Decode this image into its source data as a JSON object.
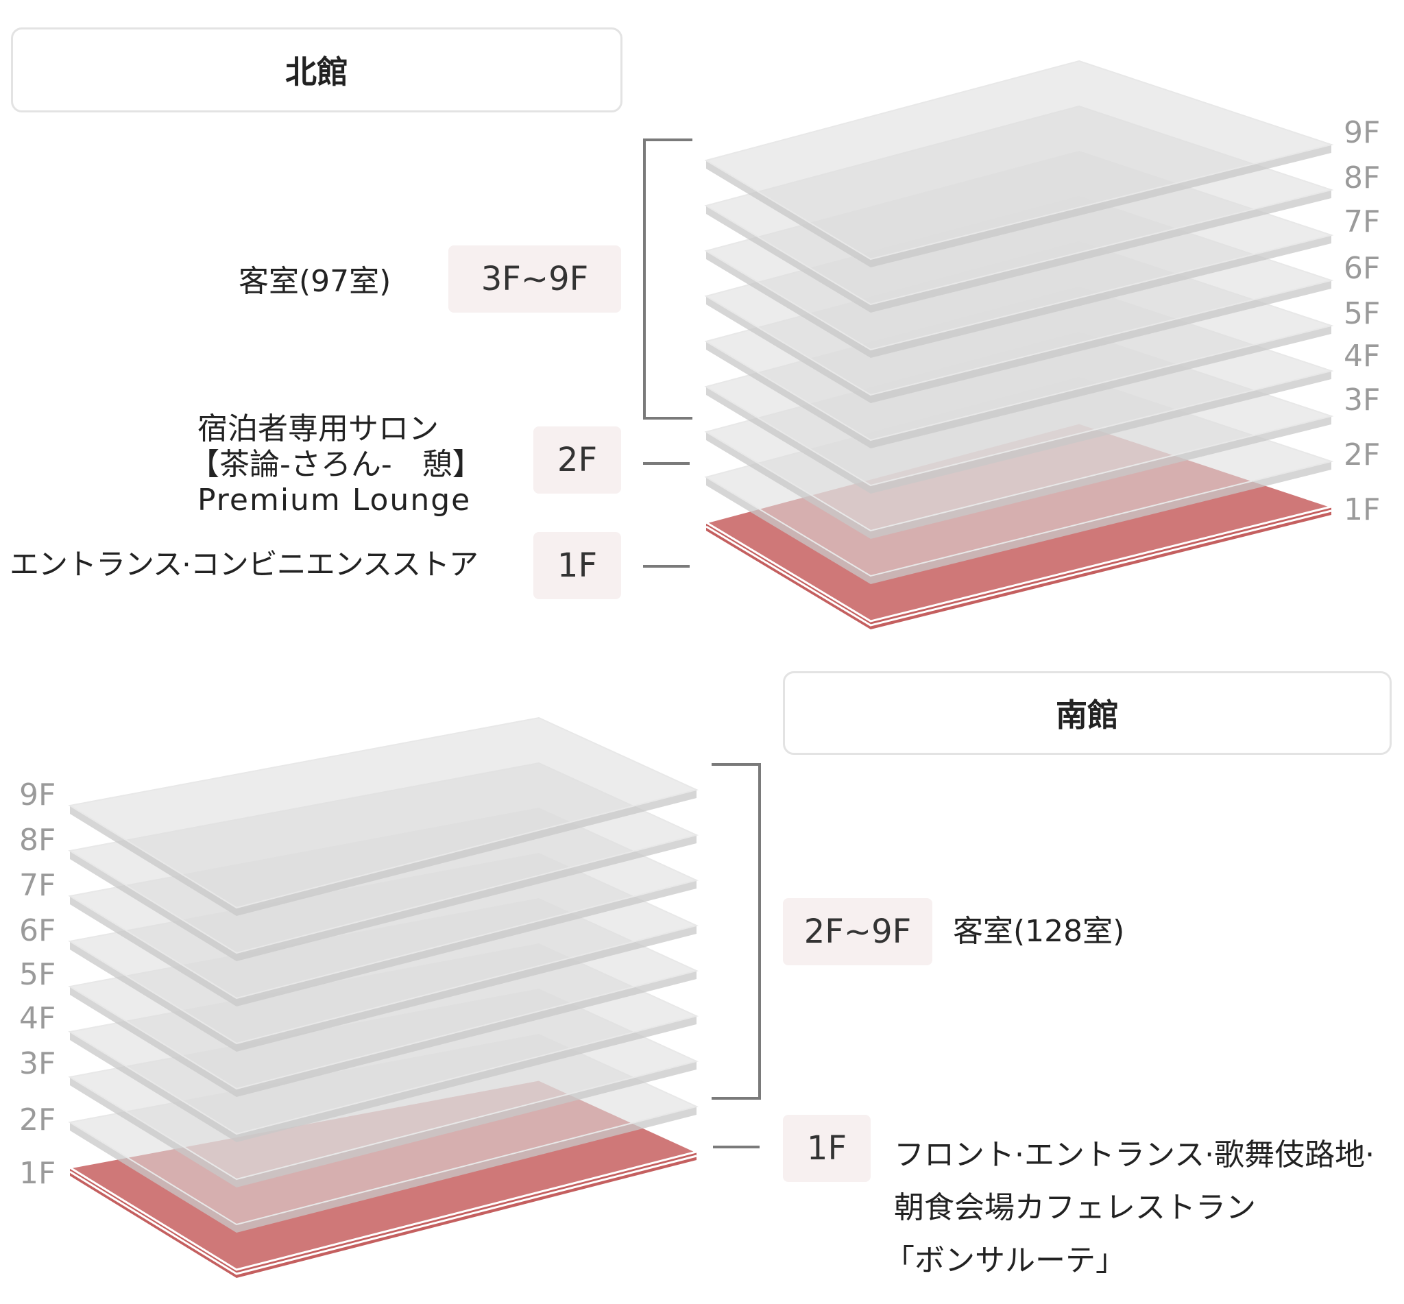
{
  "north": {
    "title": "北館",
    "floors": [
      "9F",
      "8F",
      "7F",
      "6F",
      "5F",
      "4F",
      "3F",
      "2F",
      "1F"
    ],
    "highlighted_floor": "1F",
    "rooms": {
      "tag": "3F~9F",
      "label": "客室(97室)"
    },
    "salon": {
      "tag": "2F",
      "line1": "宿泊者専用サロン",
      "line2": "【茶論-さろん-　憩】",
      "line3": "Premium Lounge"
    },
    "entrance": {
      "tag": "1F",
      "label": "エントランス·コンビニエンスストア"
    }
  },
  "south": {
    "title": "南館",
    "floors": [
      "9F",
      "8F",
      "7F",
      "6F",
      "5F",
      "4F",
      "3F",
      "2F",
      "1F"
    ],
    "highlighted_floor": "1F",
    "rooms": {
      "tag": "2F~9F",
      "label": "客室(128室)"
    },
    "front": {
      "tag": "1F",
      "line1": "フロント·エントランス·歌舞伎路地·",
      "line2": "朝食会場カフェレストラン",
      "line3": "「ボンサルーテ」"
    }
  },
  "colors": {
    "highlight": "#cf7878",
    "slab": "#dcdcdc",
    "accent_tag": "#f7f0f0"
  }
}
